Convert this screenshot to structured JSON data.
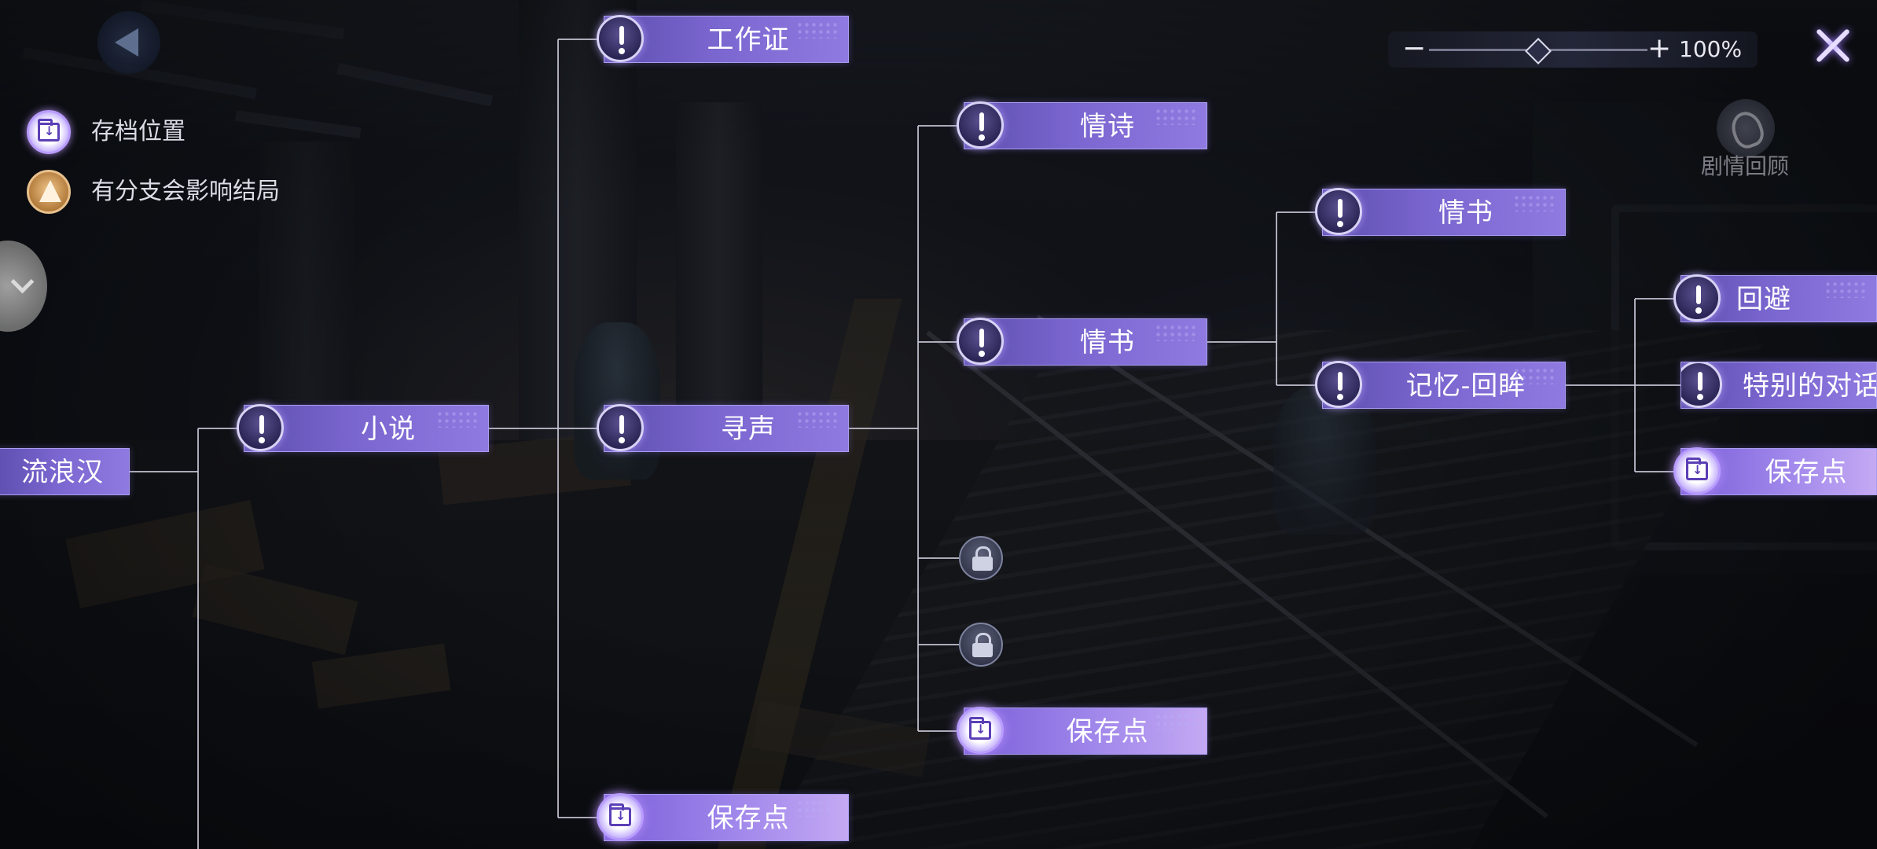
{
  "legend": [
    {
      "label": "存档位置",
      "icon": "save-folder-icon"
    },
    {
      "label": "有分支会影响结局",
      "icon": "branch-ending-icon"
    }
  ],
  "zoom": {
    "minus": "−",
    "plus": "+",
    "level_text": "100%",
    "level": 0.5
  },
  "review": {
    "label": "剧情回顾",
    "icon": "story-review-icon"
  },
  "nodes": {
    "root": "流浪汉",
    "xiaoshuo": "小说",
    "gongzuozheng": "工作证",
    "xunsheng": "寻声",
    "save1": "保存点",
    "qingshi": "情诗",
    "qingshu1": "情书",
    "save2": "保存点",
    "qingshu2": "情书",
    "jiyi": "记忆-回眸",
    "huibi": "回避",
    "duihua": "特别的对话",
    "save3": "保存点"
  },
  "colors": {
    "node_purple": "#7a66cf",
    "save_node": "#c4a9f3",
    "connector": "#c9c6d6",
    "close_glow": "#9d7cff"
  }
}
